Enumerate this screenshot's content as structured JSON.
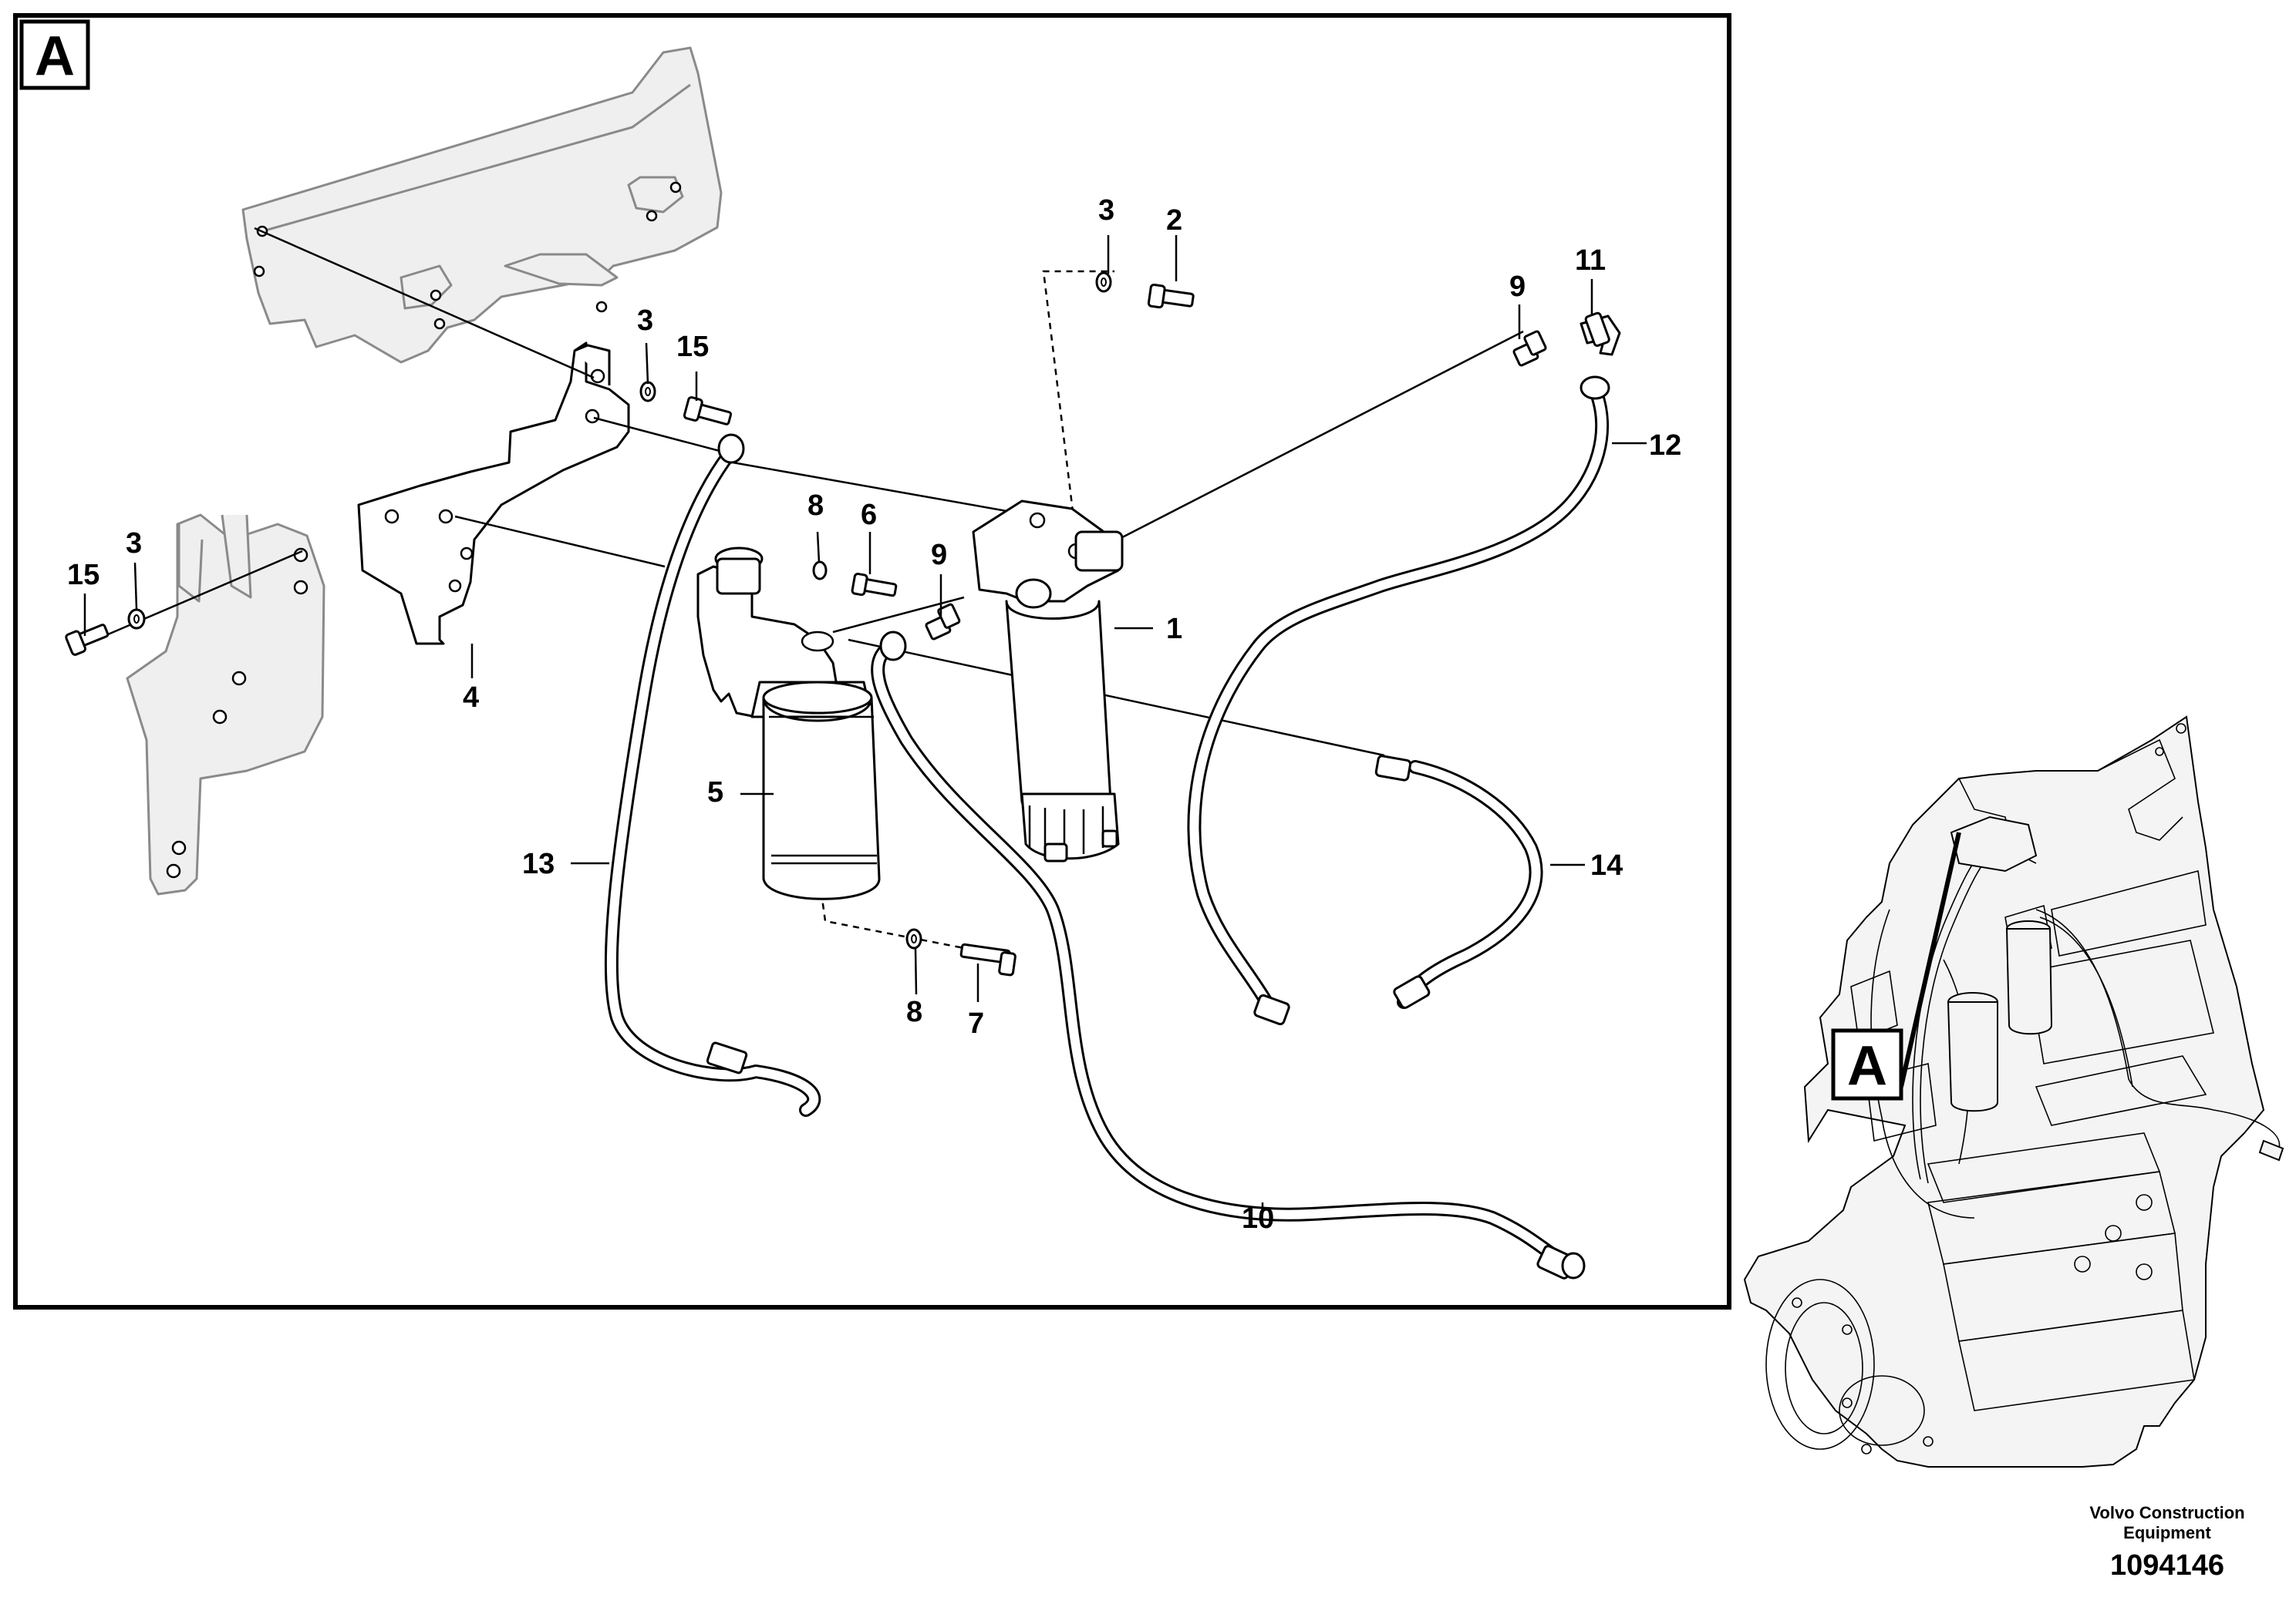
{
  "main_view": {
    "tag": "A",
    "callouts": {
      "c1": "1",
      "c2": "2",
      "c3a": "3",
      "c3b": "3",
      "c3c": "3",
      "c4": "4",
      "c5": "5",
      "c6": "6",
      "c7": "7",
      "c8a": "8",
      "c8b": "8",
      "c9a": "9",
      "c9b": "9",
      "c10": "10",
      "c11": "11",
      "c12": "12",
      "c13": "13",
      "c14": "14",
      "c15a": "15",
      "c15b": "15"
    }
  },
  "overview": {
    "tag": "A",
    "brand_line1": "Volvo Construction",
    "brand_line2": "Equipment",
    "doc_number": "1094146"
  }
}
